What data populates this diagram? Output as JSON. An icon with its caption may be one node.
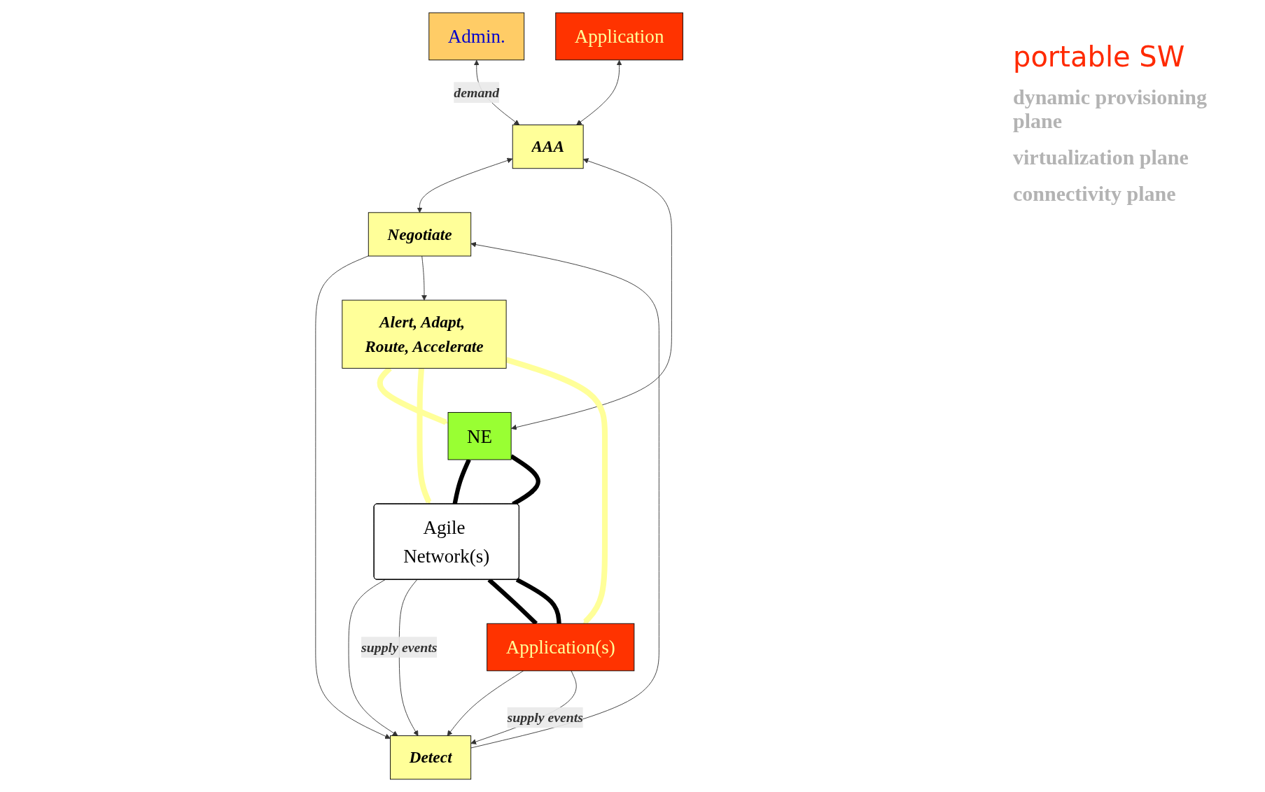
{
  "diagram": {
    "nodes": [
      {
        "text": [
          "AAA"
        ]
      },
      {
        "text": [
          "Negotiate"
        ]
      },
      {
        "text": [
          "Detect"
        ]
      },
      {
        "text": [
          "Alert, Adapt, Route, Accelerate"
        ]
      },
      {
        "text": [
          "NE"
        ]
      },
      {
        "text": [
          "Application"
        ]
      },
      {
        "text": [
          "Admin."
        ]
      },
      {
        "text": [
          "Agile Network(s)"
        ]
      },
      {
        "text": [
          "Application(s)"
        ]
      }
    ],
    "edges": [
      {
        "from": 6,
        "to": 0,
        "arrow": "both",
        "label": "demand"
      },
      {
        "from": 5,
        "to": 0,
        "arrow": "both"
      },
      {
        "from": 4,
        "to": 0,
        "arrow": "both"
      },
      {
        "from": 0,
        "to": 1,
        "arrow": "both"
      },
      {
        "from": 2,
        "to": 1,
        "arrow": "to"
      },
      {
        "from": 1,
        "to": 2,
        "arrow": "to"
      },
      {
        "from": 1,
        "to": 3,
        "arrow": "to"
      },
      {
        "from": 3,
        "to": 4,
        "arrow": "to",
        "style": "thick",
        "color": "#ffff99"
      },
      {
        "from": 3,
        "to": 7,
        "arrow": "to",
        "style": "thick",
        "color": "#ffff99"
      },
      {
        "from": 3,
        "to": 8,
        "arrow": "to",
        "style": "thick",
        "color": "#ffff99"
      },
      {
        "from": 7,
        "to": 2,
        "arrow": "to"
      },
      {
        "from": 7,
        "to": 2,
        "arrow": "to",
        "label": "supply events"
      },
      {
        "from": 8,
        "to": 2,
        "arrow": "to"
      },
      {
        "from": 8,
        "to": 2,
        "arrow": "to",
        "label": "supply events"
      },
      {
        "from": 4,
        "to": 7,
        "arrow": "none",
        "style": "thick"
      },
      {
        "from": 4,
        "to": 7,
        "arrow": "none",
        "style": "thick"
      },
      {
        "from": 7,
        "to": 8,
        "arrow": "none",
        "style": "thick"
      },
      {
        "from": 7,
        "to": 8,
        "arrow": "none",
        "style": "thick"
      }
    ],
    "labels": [
      "portable SW",
      "dynamic provisioning plane",
      "virtualization plane",
      "connectivity plane"
    ]
  }
}
